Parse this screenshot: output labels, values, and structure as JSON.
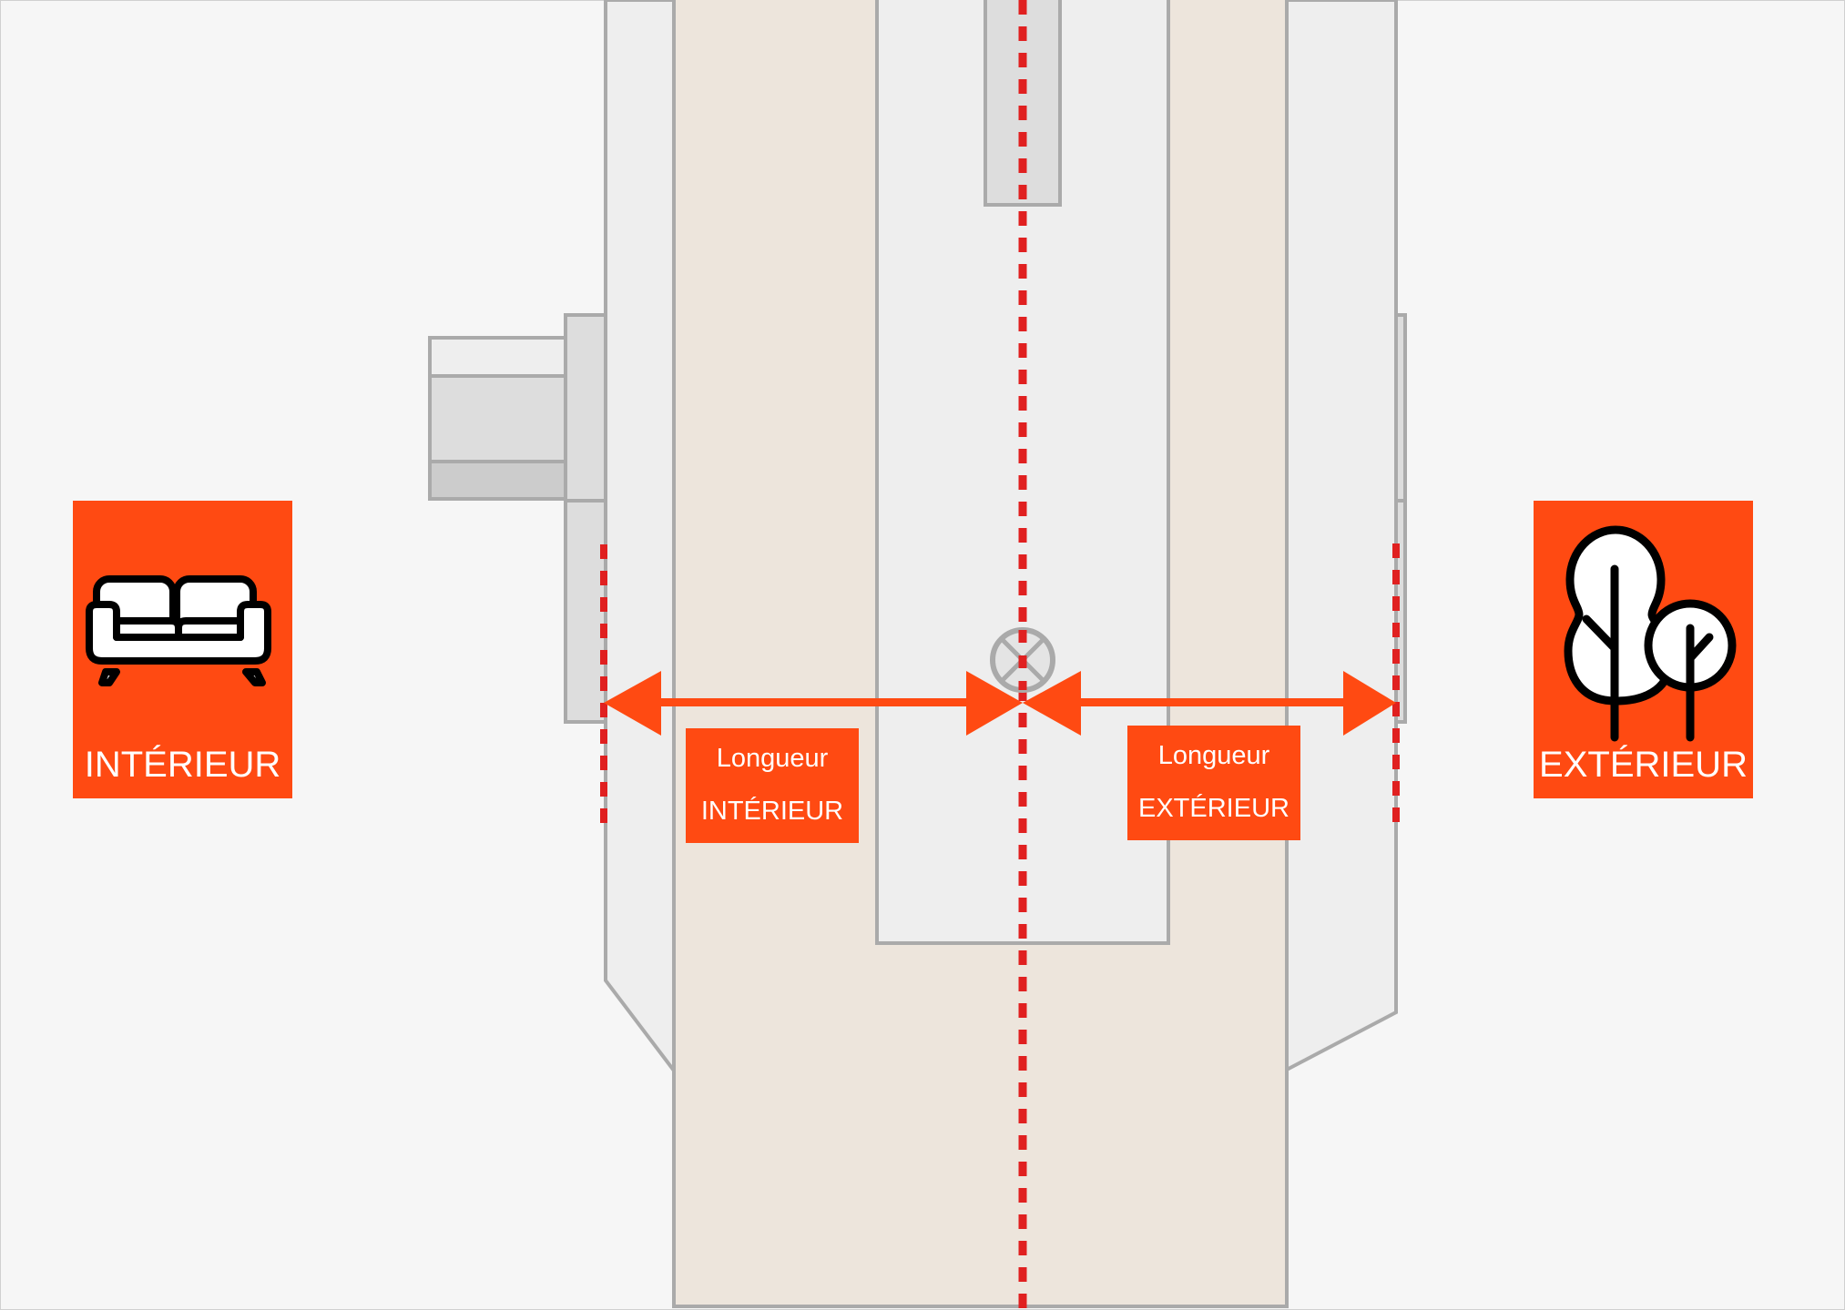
{
  "colors": {
    "accent": "#ff4a12",
    "dashed_line": "#e02020",
    "wall_stroke": "#aaaaaa",
    "tan_fill": "#ede5dc",
    "light_fill": "#eeeeee",
    "background": "#f6f6f6"
  },
  "left_card": {
    "icon": "sofa-icon",
    "label": "INTÉRIEUR"
  },
  "right_card": {
    "icon": "trees-icon",
    "label": "EXTÉRIEUR"
  },
  "dimension_labels": {
    "interior": {
      "line1": "Longueur",
      "line2": "INTÉRIEUR"
    },
    "exterior": {
      "line1": "Longueur",
      "line2": "EXTÉRIEUR"
    }
  },
  "symbols": {
    "center_marker": "cylinder-axis-icon",
    "arrows": "dimension-arrows"
  }
}
